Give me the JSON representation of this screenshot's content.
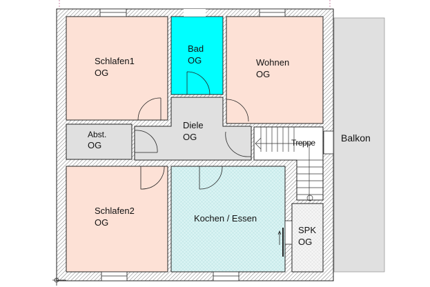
{
  "plan": {
    "colors": {
      "bedroom": "#fde1d6",
      "bath": "#00ffff",
      "hall": "#e0e0e0",
      "kitchen": "#d9f3f3",
      "balcony": "#e0e0e0",
      "wall": "#ffffff",
      "pantry": "#f2f2f2"
    },
    "rooms": {
      "schlafen1": {
        "name": "Schlafen1",
        "floor": "OG"
      },
      "bad": {
        "name": "Bad",
        "floor": "OG"
      },
      "wohnen": {
        "name": "Wohnen",
        "floor": "OG"
      },
      "abst": {
        "name": "Abst.",
        "floor": "OG"
      },
      "diele": {
        "name": "Diele",
        "floor": "OG"
      },
      "treppe": {
        "name": "Treppe"
      },
      "balkon": {
        "name": "Balkon"
      },
      "schlafen2": {
        "name": "Schlafen2",
        "floor": "OG"
      },
      "kochen": {
        "name": "Kochen / Essen"
      },
      "spk": {
        "name": "SPK",
        "floor": "OG"
      }
    }
  }
}
